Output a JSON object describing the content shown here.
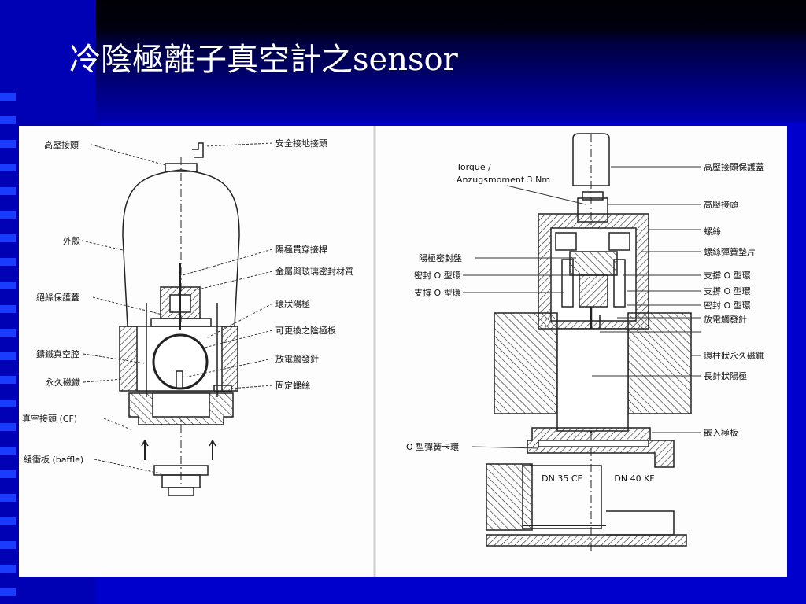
{
  "slide": {
    "title": "冷陰極離子真空計之sensor"
  },
  "left_figure": {
    "labels": {
      "hv_connector": "高壓接頭",
      "safety_ground": "安全接地接頭",
      "outer_shell": "外殼",
      "anode_feedthrough": "陽極貫穿接桿",
      "metal_glass_seal": "金屬與玻璃密封材質",
      "insulation_cover": "絕緣保護蓋",
      "ring_anode": "環狀陽極",
      "replaceable_cathode": "可更換之陰極板",
      "cast_iron_cavity": "鑄鐵真空腔",
      "discharge_trigger": "放電觸發針",
      "permanent_magnet": "永久磁鐵",
      "fixing_screw": "固定螺絲",
      "vacuum_connector": "真空接頭 (CF)",
      "baffle": "緩衝板 (baffle)"
    }
  },
  "right_figure": {
    "labels": {
      "torque": "Torque /",
      "torque_value": "Anzugsmoment 3 Nm",
      "hv_cover": "高壓接頭保護蓋",
      "hv_connector": "高壓接頭",
      "screw": "螺絲",
      "screw_spring_washer": "螺絲彈簧墊片",
      "anode_seal_disk": "陽極密封盤",
      "seal_oring": "密封 O 型環",
      "support_oring": "支撐 O 型環",
      "support_oring_r1": "支撐 O 型環",
      "support_oring_r2": "支撐 O 型環",
      "seal_oring_r": "密封 O 型環",
      "discharge_trigger": "放電觸發針",
      "ring_magnet": "環柱狀永久磁鐵",
      "long_pin_anode": "長針狀陽極",
      "insert_plate": "嵌入極板",
      "o_spring_clip": "O 型彈簧卡環",
      "dn35": "DN 35 CF",
      "dn40": "DN 40 KF"
    }
  }
}
